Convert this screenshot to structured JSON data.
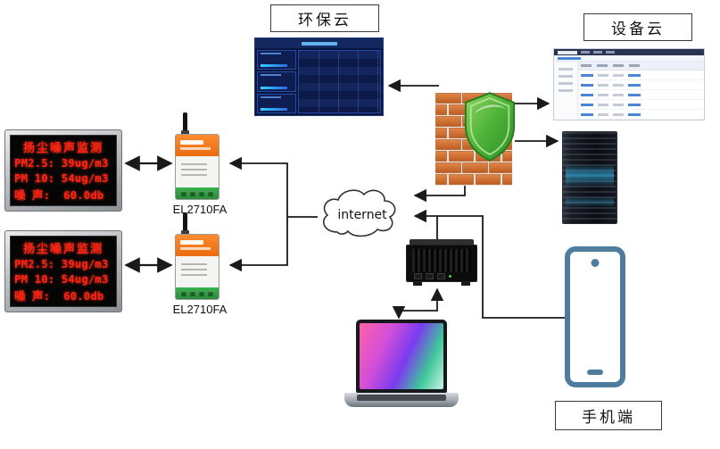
{
  "diagram": {
    "labels": {
      "env_cloud": "环保云",
      "device_cloud": "设备云",
      "mobile_terminal": "手机端",
      "internet": "internet"
    },
    "devices": {
      "modem1_label": "EL2710FA",
      "modem2_label": "EL2710FA"
    },
    "led_panels": [
      {
        "title": "扬尘噪声监测",
        "line1": "PM2.5: 39ug/m3",
        "line2": "PM 10: 54ug/m3",
        "line3": "噪 声:  60.0db"
      },
      {
        "title": "扬尘噪声监测",
        "line1": "PM2.5: 39ug/m3",
        "line2": "PM 10: 54ug/m3",
        "line3": "噪 声:  60.0db"
      }
    ],
    "colors": {
      "led_text": "#ff2212",
      "led_bg": "#050505",
      "modem_orange": "#f07a1d",
      "terminal_green": "#2f9e44",
      "brick_orange": "#cf6a2e",
      "shield_green": "#4cb238",
      "phone_blue": "#4d7c9c",
      "arrow": "#1a1a1a",
      "dashboard_navy": "#0a1642"
    }
  }
}
